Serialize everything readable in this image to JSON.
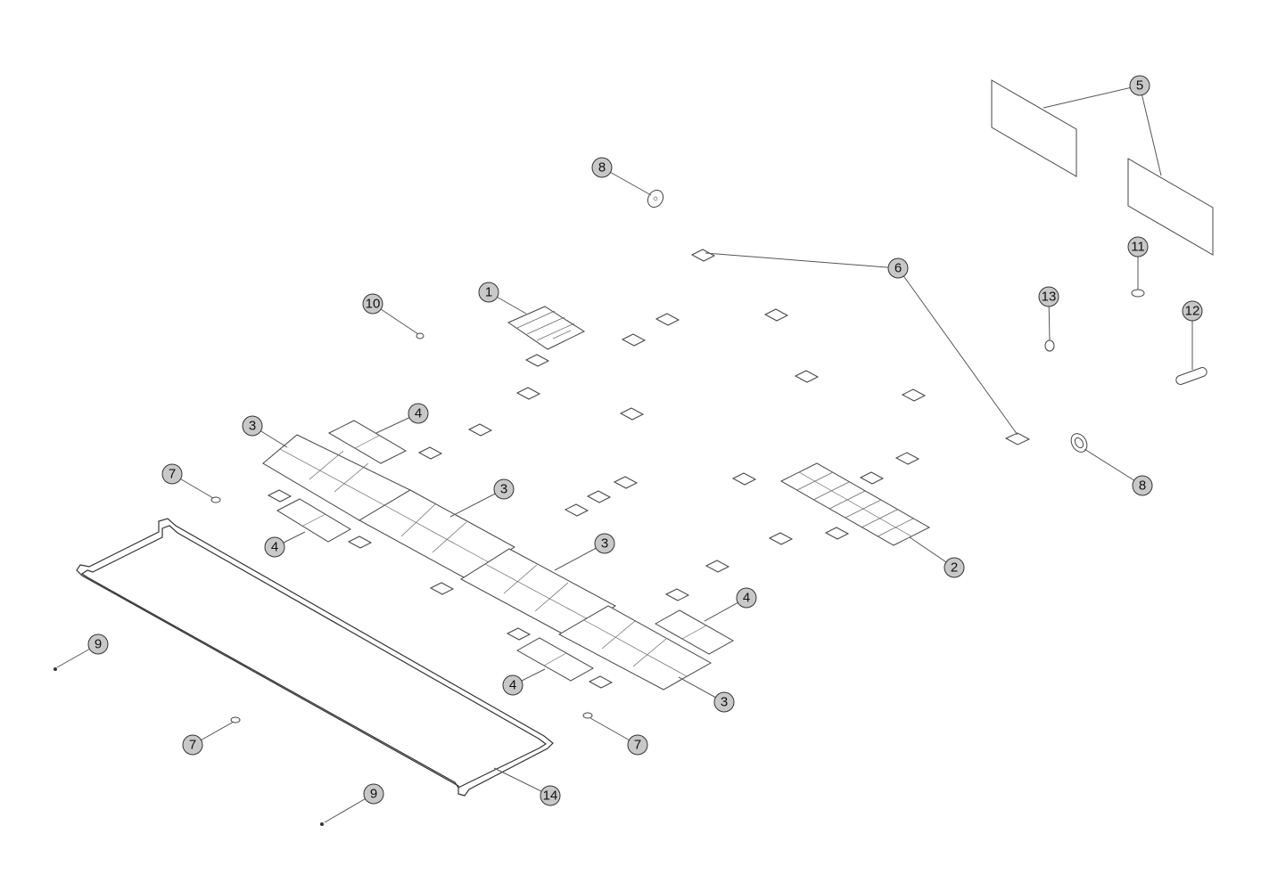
{
  "callouts": [
    {
      "label": "1"
    },
    {
      "label": "2"
    },
    {
      "label": "3"
    },
    {
      "label": "3"
    },
    {
      "label": "3"
    },
    {
      "label": "3"
    },
    {
      "label": "4"
    },
    {
      "label": "4"
    },
    {
      "label": "4"
    },
    {
      "label": "4"
    },
    {
      "label": "5"
    },
    {
      "label": "6"
    },
    {
      "label": "7"
    },
    {
      "label": "7"
    },
    {
      "label": "7"
    },
    {
      "label": "8"
    },
    {
      "label": "8"
    },
    {
      "label": "9"
    },
    {
      "label": "9"
    },
    {
      "label": "10"
    },
    {
      "label": "11"
    },
    {
      "label": "12"
    },
    {
      "label": "13"
    },
    {
      "label": "14"
    }
  ]
}
